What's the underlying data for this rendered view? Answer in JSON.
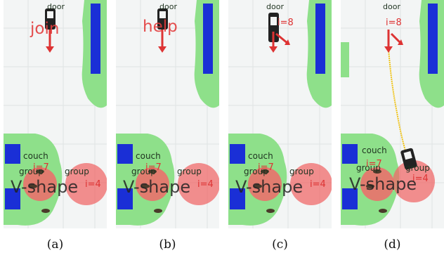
{
  "panels": [
    {
      "id": "a",
      "caption": "(a)",
      "door": "door",
      "command": "join",
      "index": "",
      "couch": "couch",
      "group_left": "group",
      "group_right": "group",
      "formation": "V-shape",
      "idx_left": "i=7",
      "idx_right": "i=4"
    },
    {
      "id": "b",
      "caption": "(b)",
      "door": "door",
      "command": "help",
      "index": "",
      "couch": "couch",
      "group_left": "group",
      "group_right": "group",
      "formation": "V-shape",
      "idx_left": "i=7",
      "idx_right": "i=4"
    },
    {
      "id": "c",
      "caption": "(c)",
      "door": "door",
      "command": "",
      "index": "i=8",
      "couch": "couch",
      "group_left": "group",
      "group_right": "group",
      "formation": "V-shape",
      "idx_left": "i=7",
      "idx_right": "i=4"
    },
    {
      "id": "d",
      "caption": "(d)",
      "door": "door",
      "command": "",
      "index": "i=8",
      "couch": "couch",
      "group_left": "group",
      "group_right": "group",
      "formation": "V-shape",
      "idx_left": "i=7",
      "idx_right": "i=4"
    }
  ],
  "colors": {
    "inflation": "#8ee08a",
    "obstacle": "#1a2fd6",
    "person_zone": "#f06a6a",
    "path": "#f0c419",
    "grid": "#dfe3e3"
  }
}
